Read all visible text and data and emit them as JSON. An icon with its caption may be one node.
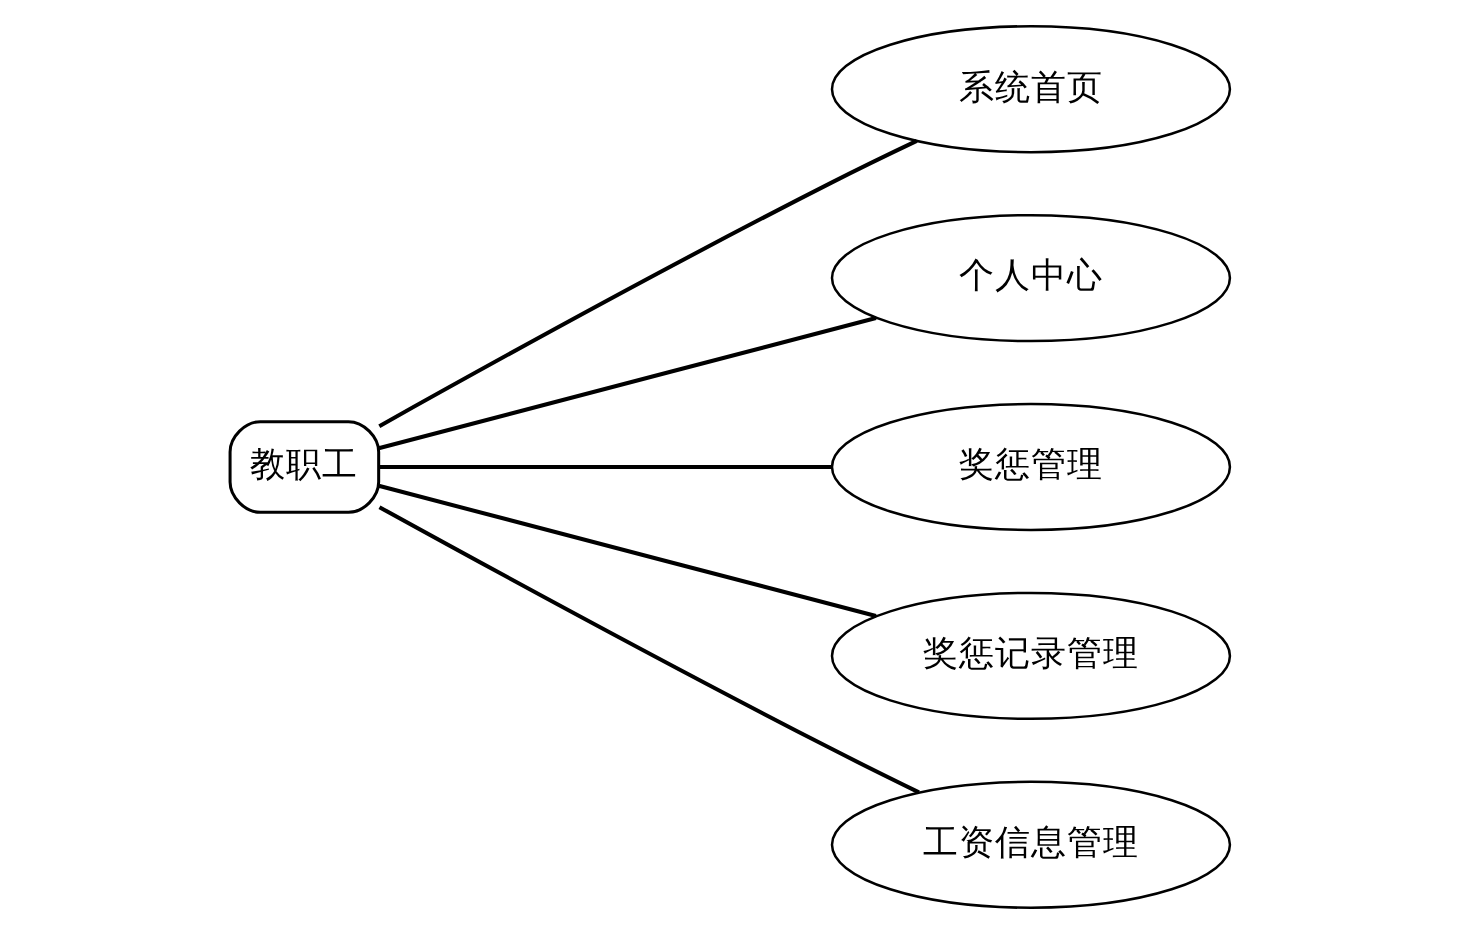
{
  "diagram": {
    "nodes": [
      {
        "text": [
          "教职工"
        ]
      },
      {
        "text": [
          "系统首页"
        ]
      },
      {
        "text": [
          "个人中心"
        ]
      },
      {
        "text": [
          "奖惩管理"
        ]
      },
      {
        "text": [
          "奖惩记录管理"
        ]
      },
      {
        "text": [
          "工资信息管理"
        ]
      }
    ],
    "edges": [
      {
        "from": 0,
        "to": 1,
        "arrow": "none"
      },
      {
        "from": 0,
        "to": 2,
        "arrow": "none"
      },
      {
        "from": 0,
        "to": 3,
        "arrow": "none"
      },
      {
        "from": 0,
        "to": 4,
        "arrow": "none"
      },
      {
        "from": 0,
        "to": 5,
        "arrow": "none"
      }
    ]
  }
}
